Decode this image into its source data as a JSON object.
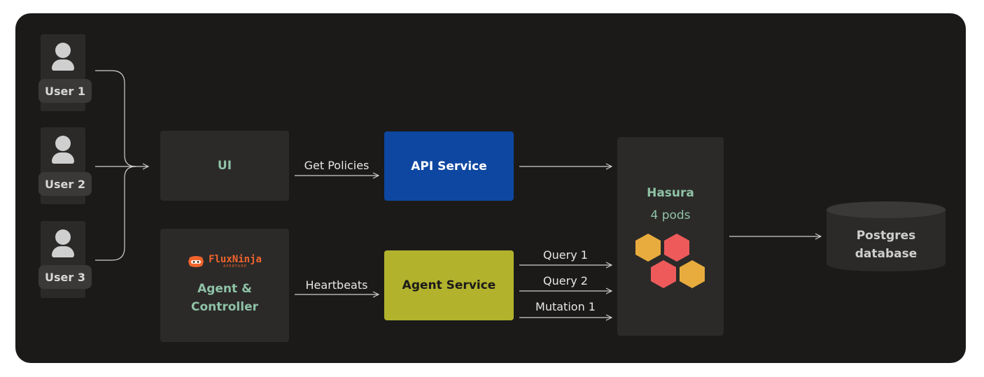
{
  "users": [
    {
      "label": "User 1"
    },
    {
      "label": "User 2"
    },
    {
      "label": "User 3"
    }
  ],
  "ui_box": {
    "label": "UI"
  },
  "agent_box": {
    "logo_text": "FluxNinja",
    "logo_subtext": "APERTURE",
    "line1": "Agent &",
    "line2": "Controller"
  },
  "edges": {
    "get_policies": "Get Policies",
    "heartbeats": "Heartbeats",
    "query1": "Query 1",
    "query2": "Query 2",
    "mutation1": "Mutation 1"
  },
  "api_service": {
    "label": "API Service",
    "color": "#0e47a1"
  },
  "agent_service": {
    "label": "Agent Service",
    "color": "#b2b22d"
  },
  "hasura": {
    "title": "Hasura",
    "subtitle": "4 pods",
    "hex_colors": [
      "#e8ac3e",
      "#ee5a5a",
      "#ee5a5a",
      "#e8ac3e"
    ]
  },
  "postgres": {
    "line1": "Postgres",
    "line2": "database"
  },
  "colors": {
    "background": "#1b1a19",
    "panel": "#2b2a29",
    "accent_teal": "#8fc2a6",
    "logo_orange": "#f2642c"
  }
}
